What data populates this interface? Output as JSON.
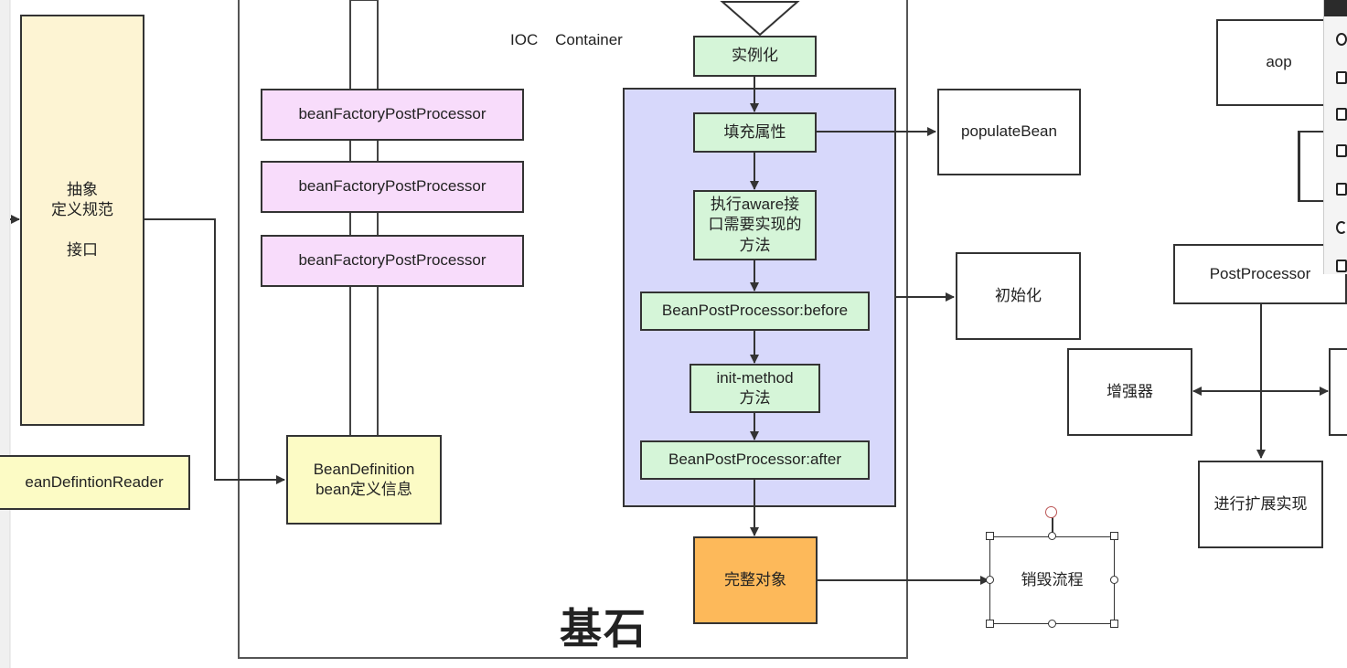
{
  "container": {
    "title": "IOC    Container",
    "base_label": "基石"
  },
  "left": {
    "abstract_box": "抽象\n定义规范\n\n接口",
    "reader_box": "eanDefintionReader"
  },
  "processors": [
    "beanFactoryPostProcessor",
    "beanFactoryPostProcessor",
    "beanFactoryPostProcessor"
  ],
  "bean_definition": "BeanDefinition\nbean定义信息",
  "flow": {
    "instantiate": "实例化",
    "fill_properties": "填充属性",
    "aware": "执行aware接\n口需要实现的\n方法",
    "bpp_before": "BeanPostProcessor:before",
    "init_method": "init-method\n方法",
    "bpp_after": "BeanPostProcessor:after",
    "complete_object": "完整对象"
  },
  "right": {
    "populate_bean": "populateBean",
    "init": "初始化",
    "destroy": "销毁流程",
    "aop": "aop",
    "post_processor": "PostProcessor",
    "enhancer": "增强器",
    "extension": "进行扩展实现"
  },
  "colors": {
    "green": "#d5f5d8",
    "purple": "#f8dcfb",
    "yellow": "#fdf4d3",
    "light_yellow": "#fcfbc5",
    "orange": "#fdb95a",
    "flow_region": "#d7d8fb"
  }
}
